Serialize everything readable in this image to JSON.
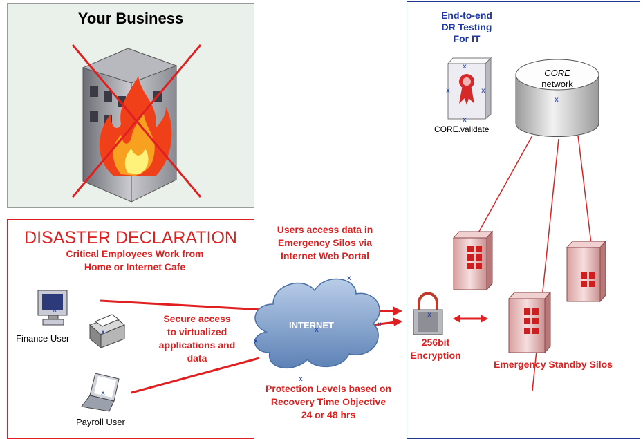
{
  "business": {
    "title": "Your Business"
  },
  "disaster": {
    "title": "DISASTER DECLARATION",
    "subtitle_line1": "Critical Employees Work from",
    "subtitle_line2": "Home or Internet Cafe",
    "finance_user": "Finance User",
    "payroll_user": "Payroll User"
  },
  "secure_access": [
    "Secure access",
    "to virtualized",
    "applications and",
    "data"
  ],
  "users_access": [
    "Users access data in",
    "Emergency Silos via",
    "Internet Web Portal"
  ],
  "internet_label": "INTERNET",
  "protection": [
    "Protection Levels based on",
    "Recovery Time Objective",
    "24 or 48 hrs"
  ],
  "encryption": [
    "256bit",
    "Encryption"
  ],
  "dr": {
    "title": [
      "End-to-end",
      "DR Testing",
      "For IT"
    ],
    "core_validate": "CORE.validate",
    "core_network_line1": "CORE",
    "core_network_line2": "network",
    "standby_silos": "Emergency Standby Silos"
  },
  "colors": {
    "red": "#e02020",
    "blue": "#1f3aa8",
    "panel_bg": "#eaf0ea"
  }
}
